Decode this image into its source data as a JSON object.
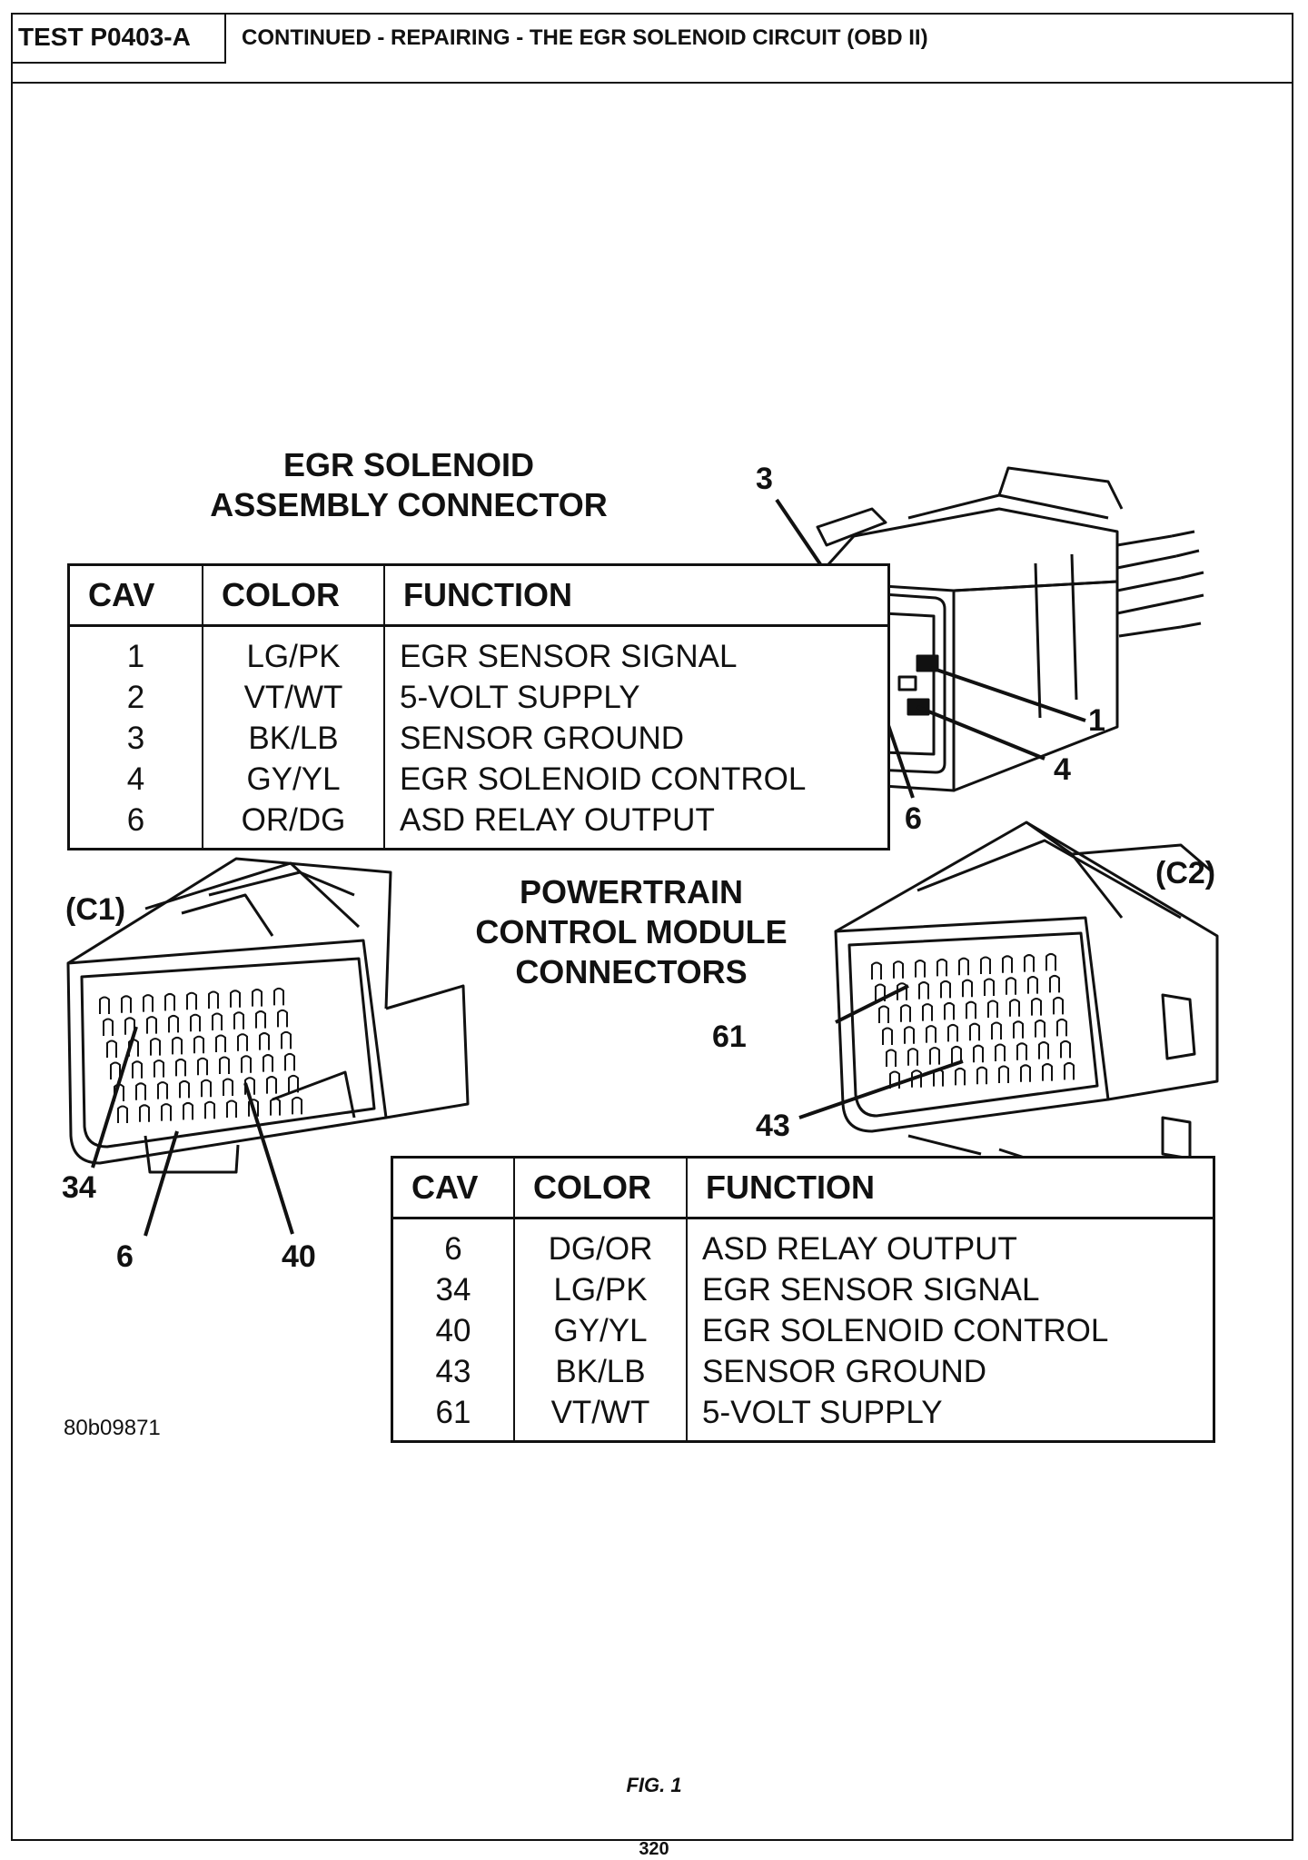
{
  "header": {
    "test_id": "TEST P0403-A",
    "title": "CONTINUED - REPAIRING - THE EGR SOLENOID CIRCUIT (OBD II)"
  },
  "egr_connector": {
    "title_line1": "EGR SOLENOID",
    "title_line2": "ASSEMBLY CONNECTOR",
    "columns": [
      "CAV",
      "COLOR",
      "FUNCTION"
    ],
    "rows": [
      {
        "cav": "1",
        "color": "LG/PK",
        "function": "EGR SENSOR SIGNAL"
      },
      {
        "cav": "2",
        "color": "VT/WT",
        "function": "5-VOLT SUPPLY"
      },
      {
        "cav": "3",
        "color": "BK/LB",
        "function": "SENSOR GROUND"
      },
      {
        "cav": "4",
        "color": "GY/YL",
        "function": "EGR SOLENOID CONTROL"
      },
      {
        "cav": "6",
        "color": "OR/DG",
        "function": "ASD RELAY OUTPUT"
      }
    ],
    "callouts": [
      "3",
      "1",
      "4",
      "6"
    ]
  },
  "pcm_connectors": {
    "title_line1": "POWERTRAIN",
    "title_line2": "CONTROL MODULE",
    "title_line3": "CONNECTORS",
    "c1_label": "(C1)",
    "c2_label": "(C2)",
    "c1_callouts": [
      "34",
      "6",
      "40"
    ],
    "c2_callouts": [
      "61",
      "43"
    ],
    "columns": [
      "CAV",
      "COLOR",
      "FUNCTION"
    ],
    "rows": [
      {
        "cav": "6",
        "color": "DG/OR",
        "function": "ASD RELAY OUTPUT"
      },
      {
        "cav": "34",
        "color": "LG/PK",
        "function": "EGR SENSOR SIGNAL"
      },
      {
        "cav": "40",
        "color": "GY/YL",
        "function": "EGR SOLENOID CONTROL"
      },
      {
        "cav": "43",
        "color": "BK/LB",
        "function": "SENSOR GROUND"
      },
      {
        "cav": "61",
        "color": "VT/WT",
        "function": "5-VOLT SUPPLY"
      }
    ]
  },
  "figure": {
    "id": "80b09871",
    "caption": "FIG. 1",
    "page_number": "320"
  }
}
